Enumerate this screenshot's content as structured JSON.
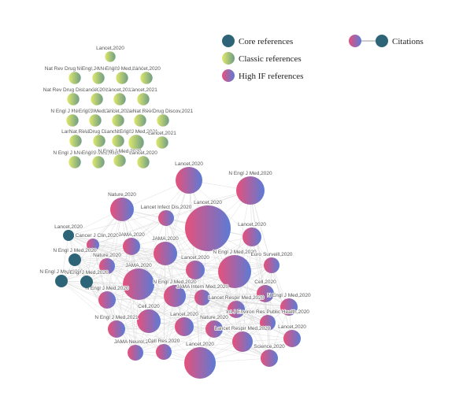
{
  "legend": {
    "core": "Core references",
    "classic": "Classic references",
    "high_if": "High IF references",
    "citations": "Citations"
  },
  "colors": {
    "core": "#2e6478",
    "classic_a": "#e0ea6a",
    "classic_b": "#6e9c86",
    "high_a": "#e8507a",
    "high_b": "#5b7bd6",
    "edge": "#d7d7d7"
  },
  "classic_nodes": [
    {
      "label": "Lancet,2020"
    },
    {
      "label": "Nat Rev Drug Discov,2021"
    },
    {
      "label": "N Engl J Med,2020"
    },
    {
      "label": "N Engl J Med,2020"
    },
    {
      "label": "Lancet,2020"
    },
    {
      "label": "Nat Rev Drug Discov,2021"
    },
    {
      "label": "Lancet,2020"
    },
    {
      "label": "Lancet,2021"
    },
    {
      "label": "Lancet,2021"
    },
    {
      "label": "N Engl J Med,2020"
    },
    {
      "label": "N Engl J Med,2021"
    },
    {
      "label": "Lancet,2021"
    },
    {
      "label": "Lancet,2020"
    },
    {
      "label": "Nat Rev Drug Discov,2021"
    },
    {
      "label": "Lancet,2021"
    },
    {
      "label": "Nat Rev Drug Discov,2021"
    },
    {
      "label": "Lancet,2021"
    },
    {
      "label": "N Engl J Med,2021"
    },
    {
      "label": "Lancet,2021"
    },
    {
      "label": "N Engl J Med,2020"
    },
    {
      "label": "N Engl J Med,2020"
    },
    {
      "label": "N Engl J Med,2020"
    },
    {
      "label": "Lancet,2020"
    }
  ],
  "high_nodes": [
    {
      "label": "Lancet,2020"
    },
    {
      "label": "N Engl J Med,2020"
    },
    {
      "label": "Nature,2020"
    },
    {
      "label": "Lancet Infect Dis,2020"
    },
    {
      "label": "Lancet,2020"
    },
    {
      "label": "Lancet,2020"
    },
    {
      "label": "CA Cancer J Clin,2020"
    },
    {
      "label": "JAMA,2020"
    },
    {
      "label": "JAMA,2020"
    },
    {
      "label": "Nature,2020"
    },
    {
      "label": "Lancet,2020"
    },
    {
      "label": "N Engl J Med,2020"
    },
    {
      "label": "Euro Surveill,2020"
    },
    {
      "label": "JAMA,2020"
    },
    {
      "label": "N Engl J Med,2020"
    },
    {
      "label": "JAMA Intern Med,2020"
    },
    {
      "label": "Cell,2020"
    },
    {
      "label": "N Engl J Med,2020"
    },
    {
      "label": "Lancet Respir Med,2020"
    },
    {
      "label": "N Engl J Med,2020"
    },
    {
      "label": "Cell,2020"
    },
    {
      "label": "Int J Environ Res Public Health,2020"
    },
    {
      "label": "Lancet,2020"
    },
    {
      "label": "Nature,2020"
    },
    {
      "label": "N Engl J Med,2021"
    },
    {
      "label": "Lancet Respir Med,2020"
    },
    {
      "label": "Lancet,2020"
    },
    {
      "label": "JAMA Neurol,2020"
    },
    {
      "label": "Cell Res,2020"
    },
    {
      "label": "Science,2020"
    },
    {
      "label": "Lancet,2020"
    }
  ],
  "core_nodes": [
    {
      "label": "Lancet,2020"
    },
    {
      "label": "N Engl J Med,2020"
    },
    {
      "label": "N Engl J Med,2020"
    },
    {
      "label": "N Engl J Med,2020"
    }
  ]
}
